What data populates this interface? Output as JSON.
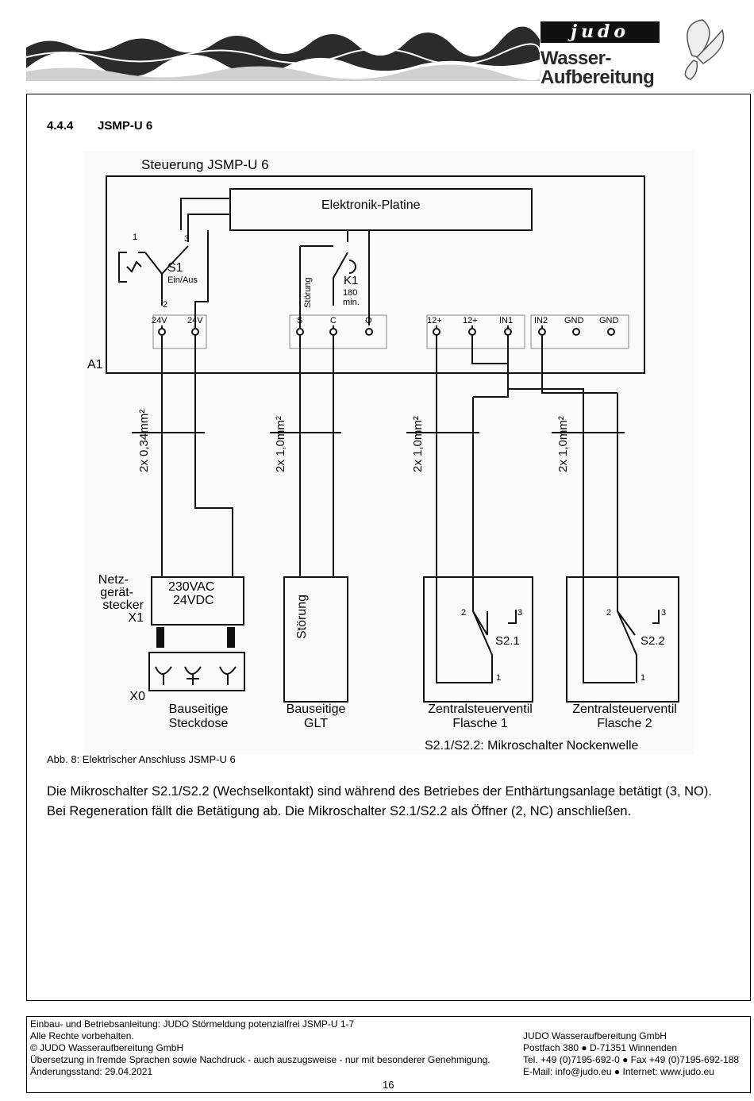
{
  "header": {
    "brand_mark": "judo",
    "brand_line1": "Wasser-",
    "brand_line2": "Aufbereitung"
  },
  "section": {
    "number": "4.4.4",
    "title": "JSMP-U 6"
  },
  "diagram": {
    "title": "Steuerung JSMP-U 6",
    "board_label": "Elektronik-Platine",
    "a1_label": "A1",
    "switch_s1": "S1",
    "switch_s1_sub": "Ein/Aus",
    "pin_1": "1",
    "pin_2": "2",
    "pin_3": "3",
    "relay_k1": "K1",
    "relay_time_value": "180",
    "relay_time_unit": "min.",
    "relay_stoerung": "Störung",
    "terminals": [
      "24V",
      "24V",
      "S",
      "C",
      "O",
      "12+",
      "12+",
      "IN1",
      "IN2",
      "GND",
      "GND"
    ],
    "cable_1": "2x 0,34mm²",
    "cable_2": "2x 1,0mm²",
    "cable_3": "2x 1,0mm²",
    "cable_4": "2x 1,0mm²",
    "psu_label_1": "Netz-",
    "psu_label_2": "gerät-",
    "psu_label_3": "stecker",
    "psu_x1": "X1",
    "psu_box_1": "230VAC",
    "psu_box_2": "24VDC",
    "socket_x0": "X0",
    "socket_label_1": "Bauseitige",
    "socket_label_2": "Steckdose",
    "glt_box": "Störung",
    "glt_label_1": "Bauseitige",
    "glt_label_2": "GLT",
    "valve1_switch": "S2.1",
    "valve2_switch": "S2.2",
    "valve1_label_1": "Zentralsteuerventil",
    "valve1_label_2": "Flasche 1",
    "valve2_label_1": "Zentralsteuerventil",
    "valve2_label_2": "Flasche 2",
    "note": "S2.1/S2.2: Mikroschalter Nockenwelle"
  },
  "caption": "Abb. 8: Elektrischer Anschluss JSMP-U 6",
  "body_text": "Die Mikroschalter S2.1/S2.2 (Wechselkontakt) sind während des Betriebes der Enthärtungsanlage betätigt (3, NO). Bei Regeneration fällt die Betätigung ab. Die Mikroschalter S2.1/S2.2 als Öffner (2, NC) anschließen.",
  "footer": {
    "left": [
      "Einbau- und Betriebsanleitung: JUDO Störmeldung potenzialfrei JSMP-U 1-7",
      "Alle Rechte vorbehalten.",
      "© JUDO Wasseraufbereitung GmbH",
      "Übersetzung in fremde Sprachen sowie Nachdruck - auch auszugsweise - nur mit besonderer Genehmigung.",
      "Änderungsstand: 29.04.2021"
    ],
    "right": [
      "JUDO Wasseraufbereitung GmbH",
      "Postfach 380 ● D-71351 Winnenden",
      "Tel. +49 (0)7195-692-0 ● Fax +49 (0)7195-692-188",
      "E-Mail: info@judo.eu ● Internet: www.judo.eu"
    ],
    "page_number": "16"
  }
}
